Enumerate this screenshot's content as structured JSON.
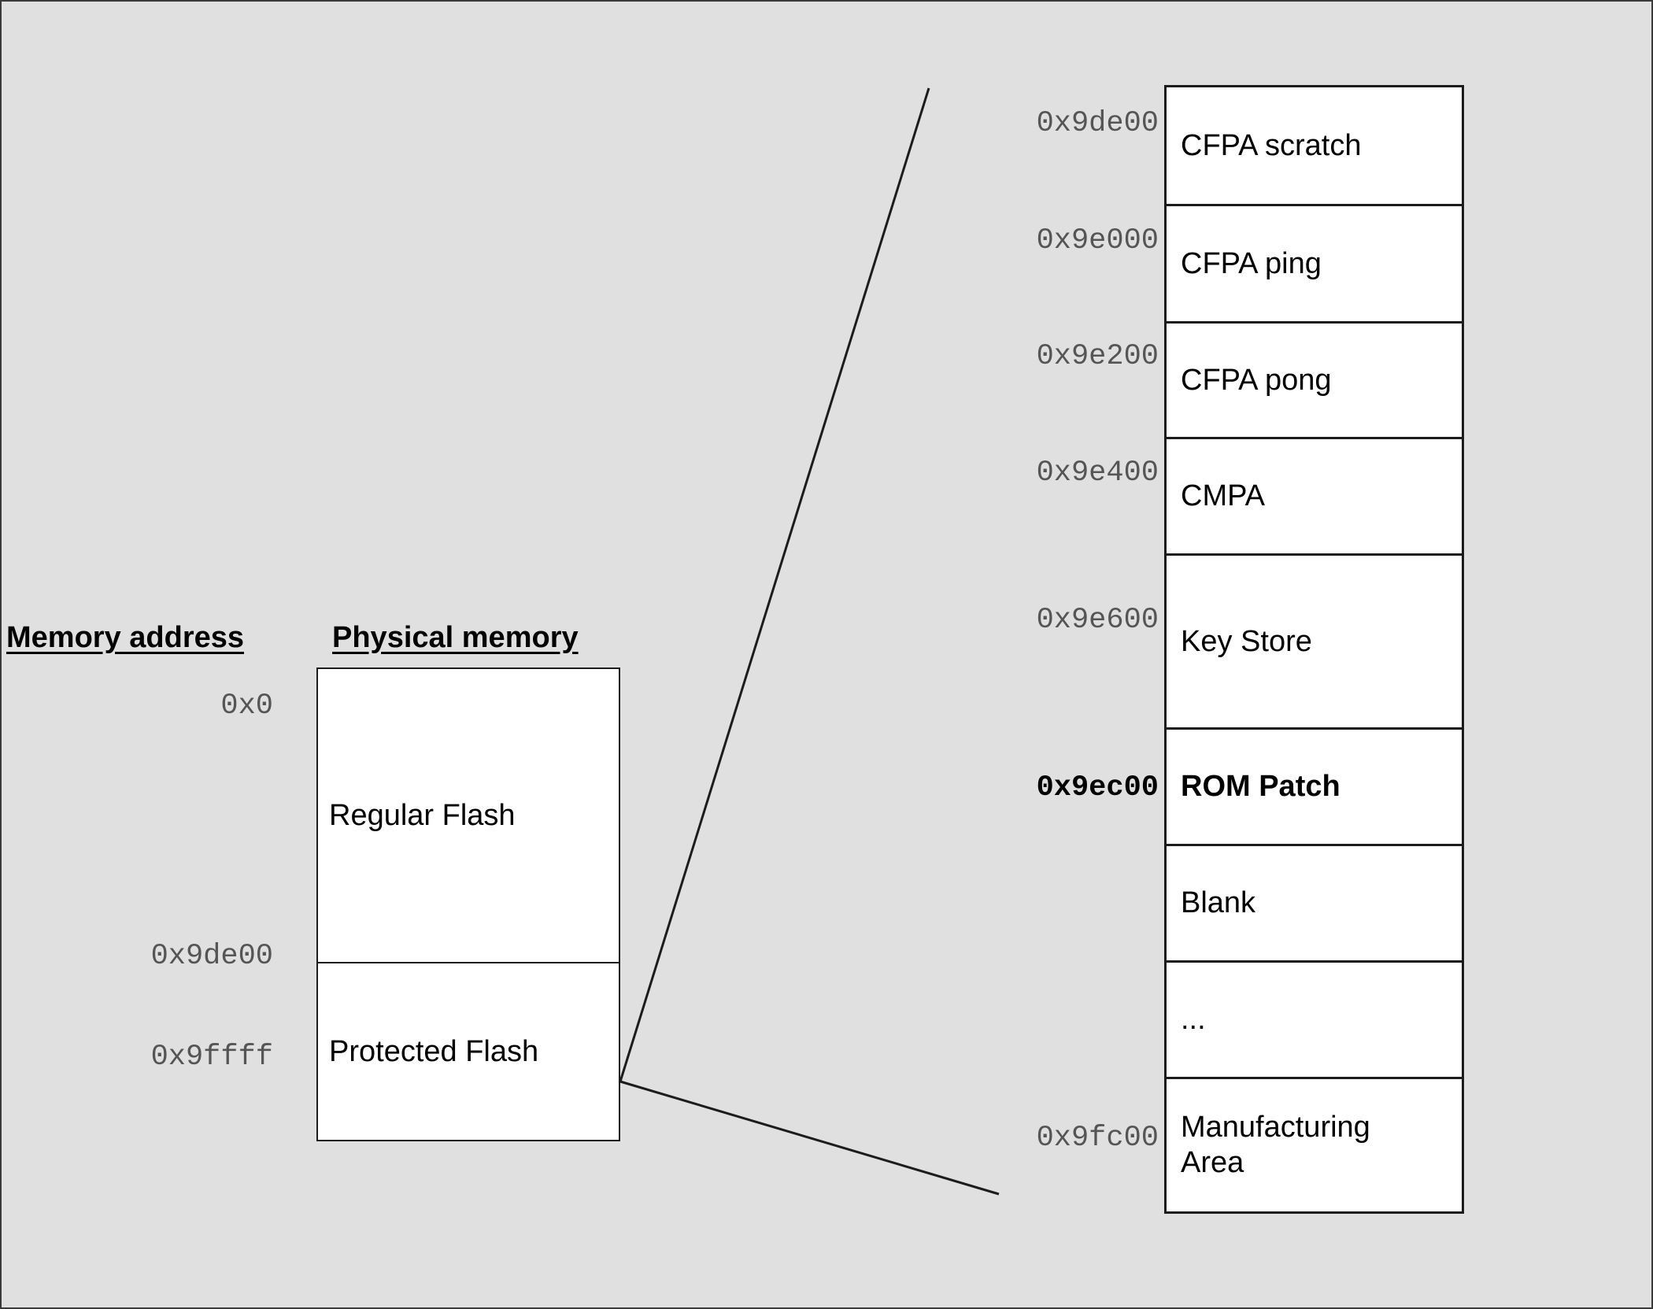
{
  "diagram": {
    "headings": {
      "memory_address": "Memory address",
      "physical_memory": "Physical memory"
    },
    "physical_memory": {
      "regions": [
        {
          "label": "Regular Flash"
        },
        {
          "label": "Protected Flash"
        }
      ],
      "addresses": [
        {
          "value": "0x0"
        },
        {
          "value": "0x9de00"
        },
        {
          "value": "0x9ffff"
        }
      ]
    },
    "protected_flash_detail": {
      "rows": [
        {
          "address": "0x9de00",
          "label": "CFPA scratch",
          "bold": false
        },
        {
          "address": "0x9e000",
          "label": "CFPA ping",
          "bold": false
        },
        {
          "address": "0x9e200",
          "label": "CFPA pong",
          "bold": false
        },
        {
          "address": "0x9e400",
          "label": "CMPA",
          "bold": false
        },
        {
          "address": "0x9e600",
          "label": "Key Store",
          "bold": false
        },
        {
          "address": "0x9ec00",
          "label": "ROM Patch",
          "bold": true
        },
        {
          "address": "",
          "label": "Blank",
          "bold": false
        },
        {
          "address": "",
          "label": "...",
          "bold": false
        },
        {
          "address": "0x9fc00",
          "label": "Manufacturing Area",
          "bold": false
        }
      ]
    },
    "colors": {
      "background": "#e0e0e0",
      "box_fill": "#ffffff",
      "line": "#1c1c1c",
      "address_text": "#555555",
      "highlight_text": "#000000"
    }
  }
}
